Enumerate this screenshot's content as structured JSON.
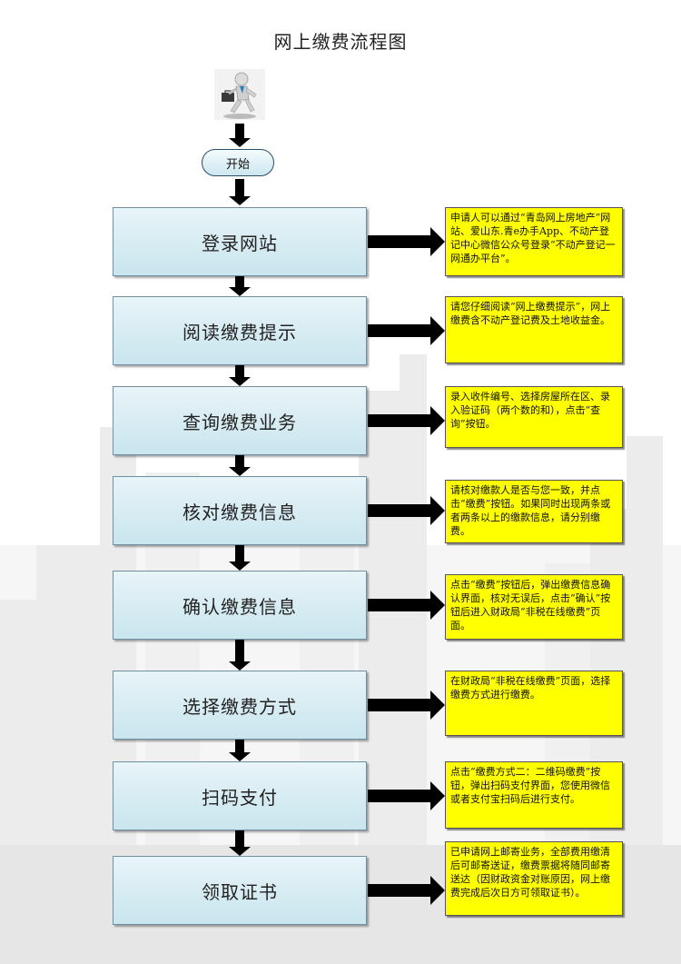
{
  "title": "网上缴费流程图",
  "start_label": "开始",
  "steps": [
    {
      "label": "登录网站"
    },
    {
      "label": "阅读缴费提示"
    },
    {
      "label": "查询缴费业务"
    },
    {
      "label": "核对缴费信息"
    },
    {
      "label": "确认缴费信息"
    },
    {
      "label": "选择缴费方式"
    },
    {
      "label": "扫码支付"
    },
    {
      "label": "领取证书"
    }
  ],
  "notes": [
    {
      "text": "申请人可以通过“青岛网上房地产”网站、爱山东.青e办手App、不动产登记中心微信公众号登录“不动产登记一网通办平台”。"
    },
    {
      "text": "请您仔细阅读“网上缴费提示”，网上缴费含不动产登记费及土地收益金。"
    },
    {
      "text": "录入收件编号、选择房屋所在区、录入验证码（两个数的和），点击“查询”按钮。"
    },
    {
      "text": "请核对缴款人是否与您一致，并点击“缴费”按钮。如果同时出现两条或者两条以上的缴款信息，请分别缴费。"
    },
    {
      "text": "点击“缴费”按钮后，弹出缴费信息确认界面，核对无误后，点击“确认”按钮后进入财政局“非税在线缴费”页面。"
    },
    {
      "text": "在财政局“非税在线缴费”页面，选择缴费方式进行缴费。"
    },
    {
      "text": "点击“缴费方式二：二维码缴费”按钮，弹出扫码支付界面，您使用微信或者支付宝扫码后进行支付。"
    },
    {
      "text": "已申请网上邮寄业务，全部费用缴清后可邮寄送证，缴费票据将随同邮寄送达（因财政资金对账原因，网上缴费完成后次日方可领取证书）。"
    }
  ],
  "icons": {
    "person": "businessman-running-icon"
  },
  "colors": {
    "step_fill": "#d6ecf3",
    "note_fill": "#ffff00",
    "arrow": "#000000"
  }
}
